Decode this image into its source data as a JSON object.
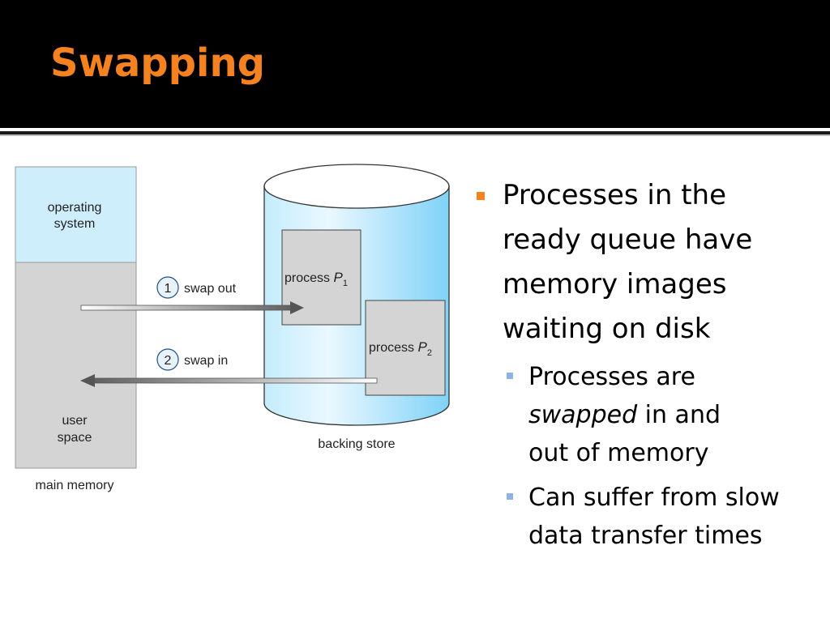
{
  "slide": {
    "title": "Swapping",
    "colors": {
      "title": "#f58220",
      "header_bg": "#000000",
      "bullet": "#f58220",
      "sub_bullet": "#8db3e2"
    }
  },
  "diagram": {
    "memory": {
      "os_line1": "operating",
      "os_line2": "system",
      "user_line1": "user",
      "user_line2": "space",
      "caption": "main memory"
    },
    "swap_out": {
      "num": "1",
      "label": "swap out"
    },
    "swap_in": {
      "num": "2",
      "label": "swap in"
    },
    "p1": {
      "label": "process ",
      "var": "P",
      "sub": "1"
    },
    "p2": {
      "label": "process ",
      "var": "P",
      "sub": "2"
    },
    "store_caption": "backing store",
    "colors": {
      "os_fill": "#cfeefc",
      "user_fill": "#d4d4d4",
      "cylinder": "#b8e6fa"
    }
  },
  "bullets": {
    "main": [
      "Processes in the",
      "ready queue have",
      "memory images",
      "waiting on disk"
    ],
    "sub1": {
      "line1": "Processes are",
      "italic": "swapped",
      "rest": " in and",
      "line3": "out of memory"
    },
    "sub2": [
      "Can suffer from slow",
      "data transfer times"
    ]
  }
}
